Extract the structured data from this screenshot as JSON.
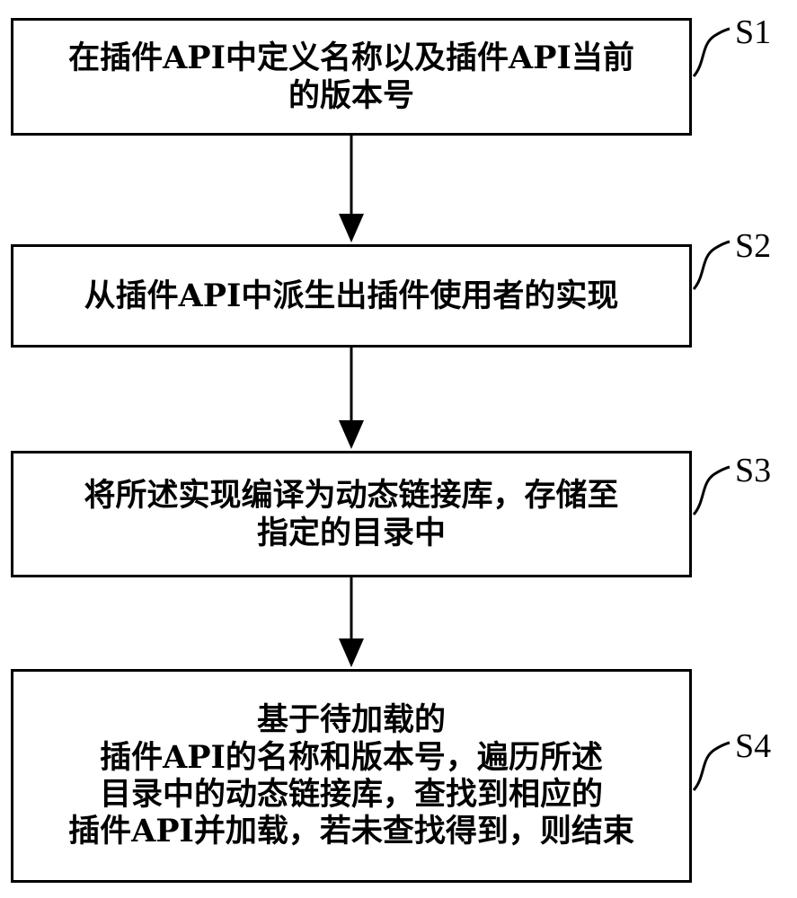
{
  "steps": [
    {
      "label": "S1",
      "text": "在插件API中定义名称以及插件API当前\n的版本号"
    },
    {
      "label": "S2",
      "text": "从插件API中派生出插件使用者的实现"
    },
    {
      "label": "S3",
      "text": "将所述实现编译为动态链接库，存储至\n指定的目录中"
    },
    {
      "label": "S4",
      "text": "基于待加载的\n插件API的名称和版本号，遍历所述\n目录中的动态链接库，查找到相应的\n插件API并加载，若未查找得到，则结束"
    }
  ]
}
